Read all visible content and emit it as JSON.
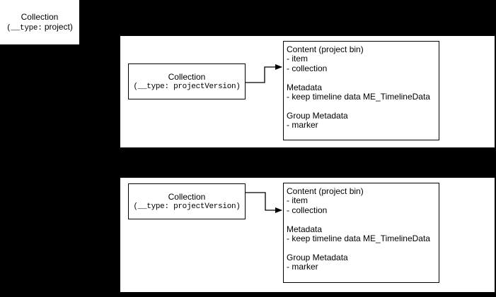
{
  "canvas": {
    "background_color": "#000000",
    "node_fill_color": "#ffffff",
    "stroke_color": "#000000"
  },
  "project_box": {
    "title": "Collection",
    "type_mono": "(__type:",
    "type_rest": " project)"
  },
  "groups": [
    {
      "collection_box": {
        "title": "Collection",
        "type_line": "(__type: projectVersion)"
      },
      "content_box": {
        "lines": [
          "Content (project bin)",
          "- item",
          "- collection",
          "",
          "Metadata",
          "- keep timeline data ME_TimelineData",
          "",
          "Group Metadata",
          "- marker"
        ]
      }
    },
    {
      "collection_box": {
        "title": "Collection",
        "type_line": "(__type: projectVersion)"
      },
      "content_box": {
        "lines": [
          "Content (project bin)",
          "- item",
          "- collection",
          "",
          "Metadata",
          "- keep timeline data ME_TimelineData",
          "",
          "Group Metadata",
          "- marker"
        ]
      }
    }
  ]
}
